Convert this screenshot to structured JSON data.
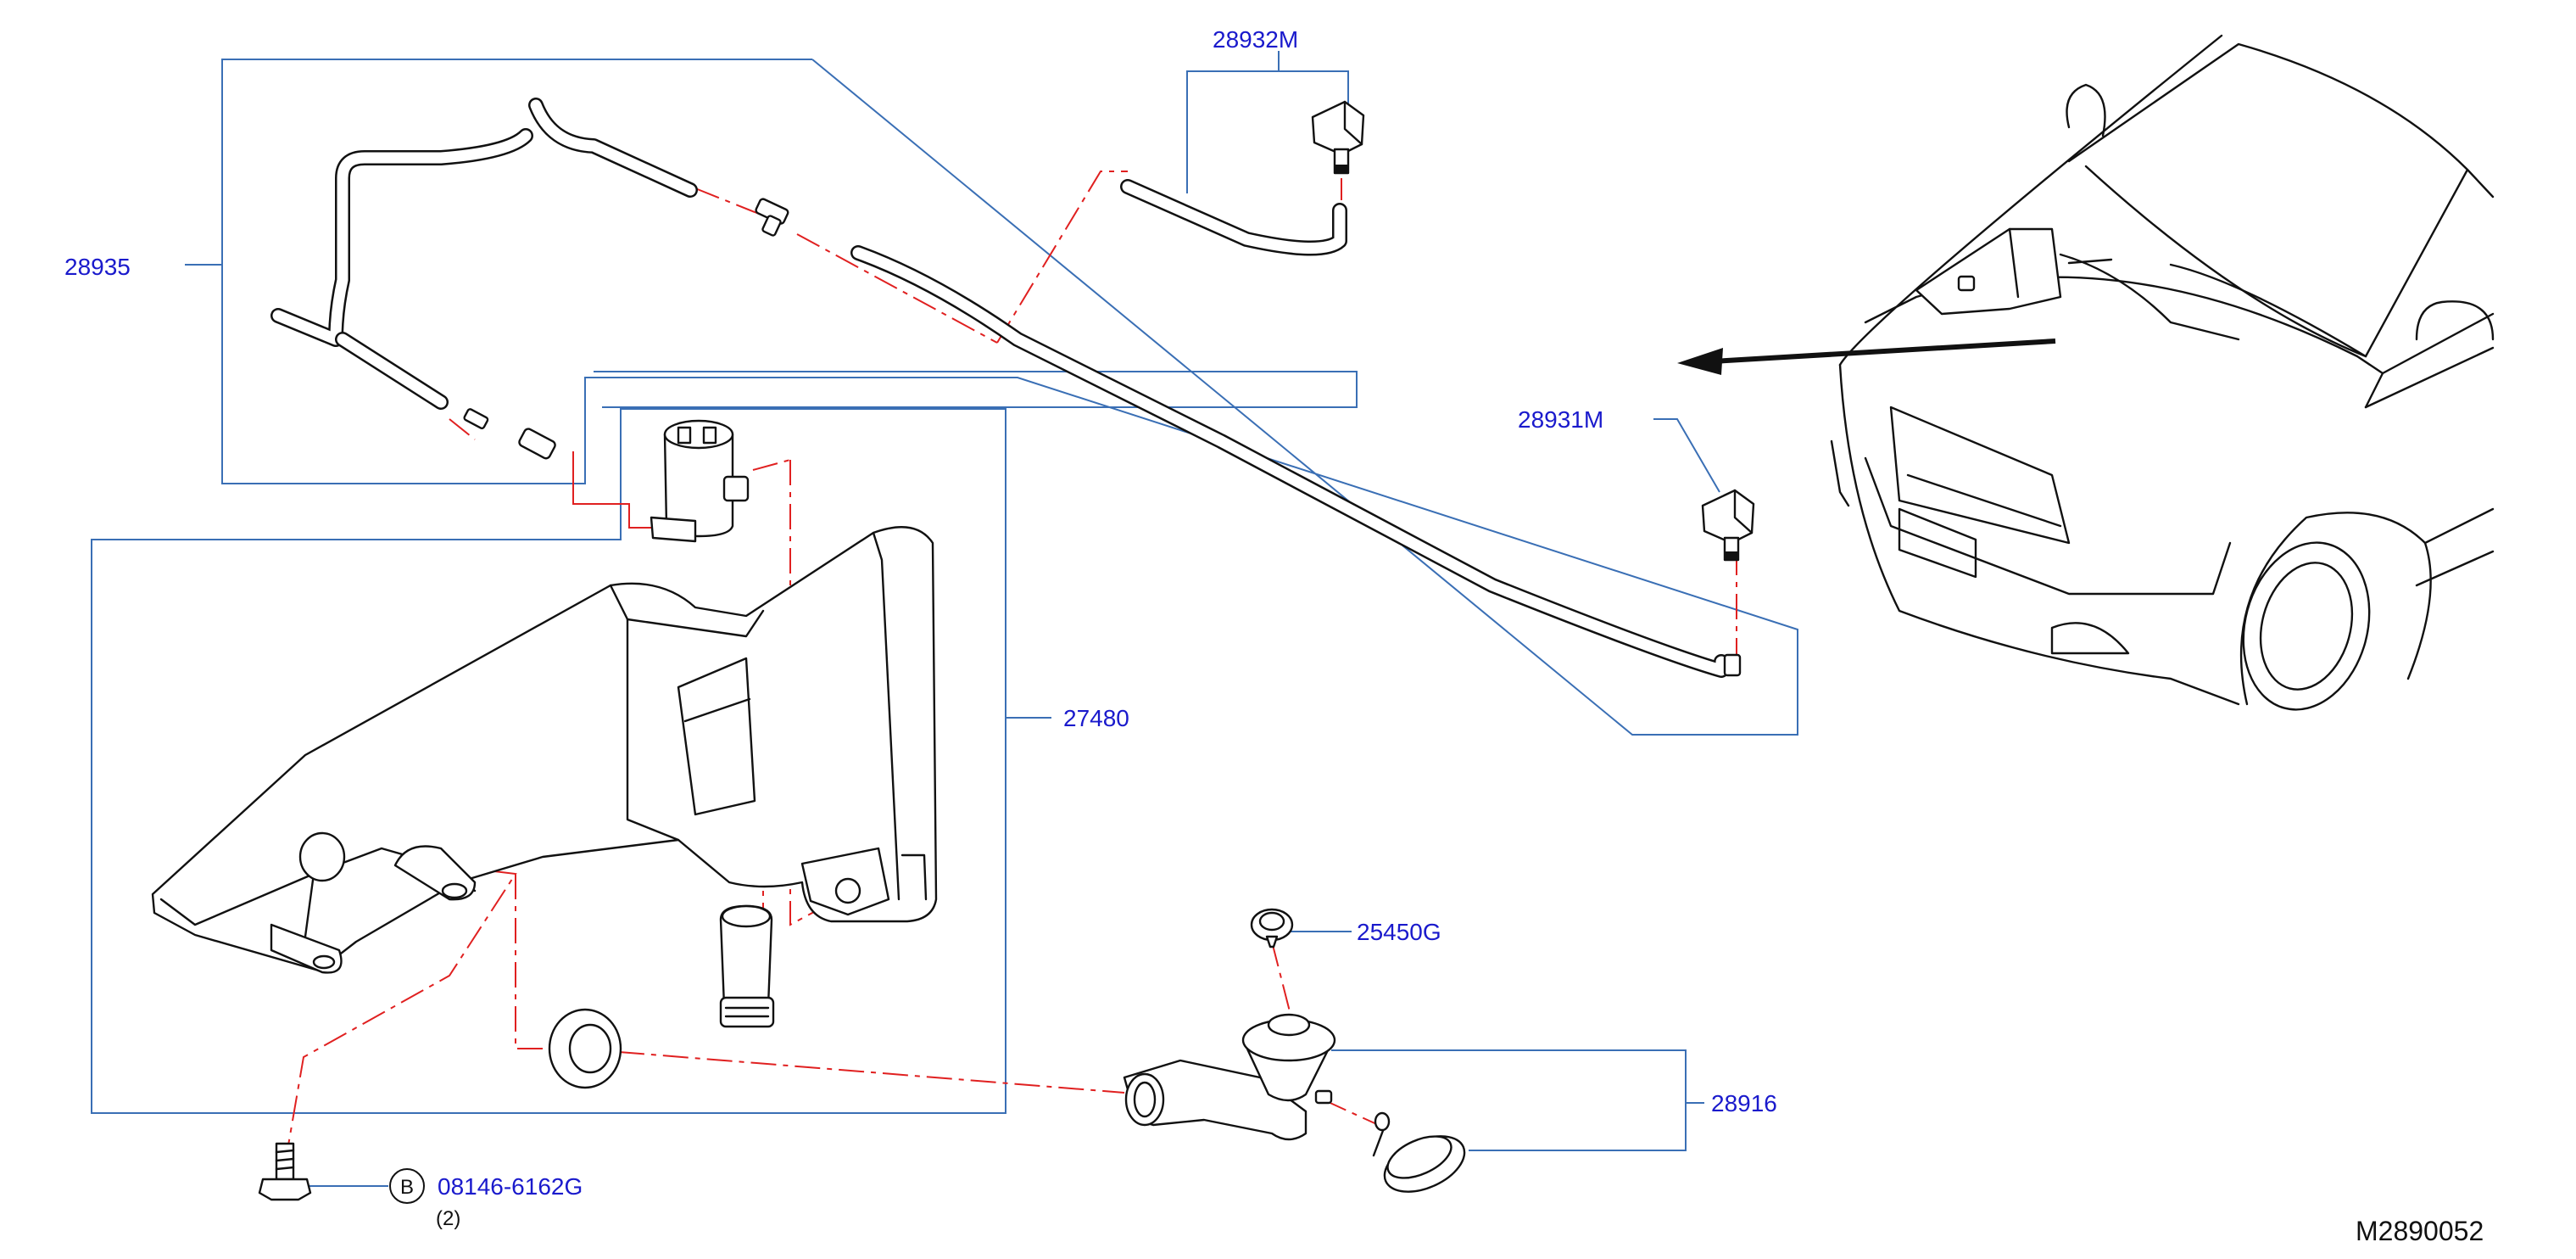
{
  "parts": {
    "p28935": "28935",
    "p28932M": "28932M",
    "p28931M": "28931M",
    "p27480": "27480",
    "p25450G": "25450G",
    "p28916": "28916",
    "bolt": "08146-6162G",
    "bolt_qty": "(2)",
    "bolt_marker": "B"
  },
  "diagram_id": "M2890052",
  "colors": {
    "part_label": "#1a1acc",
    "leader": "#3a6fb5",
    "centerline": "#e02020",
    "drawing": "#111111"
  }
}
